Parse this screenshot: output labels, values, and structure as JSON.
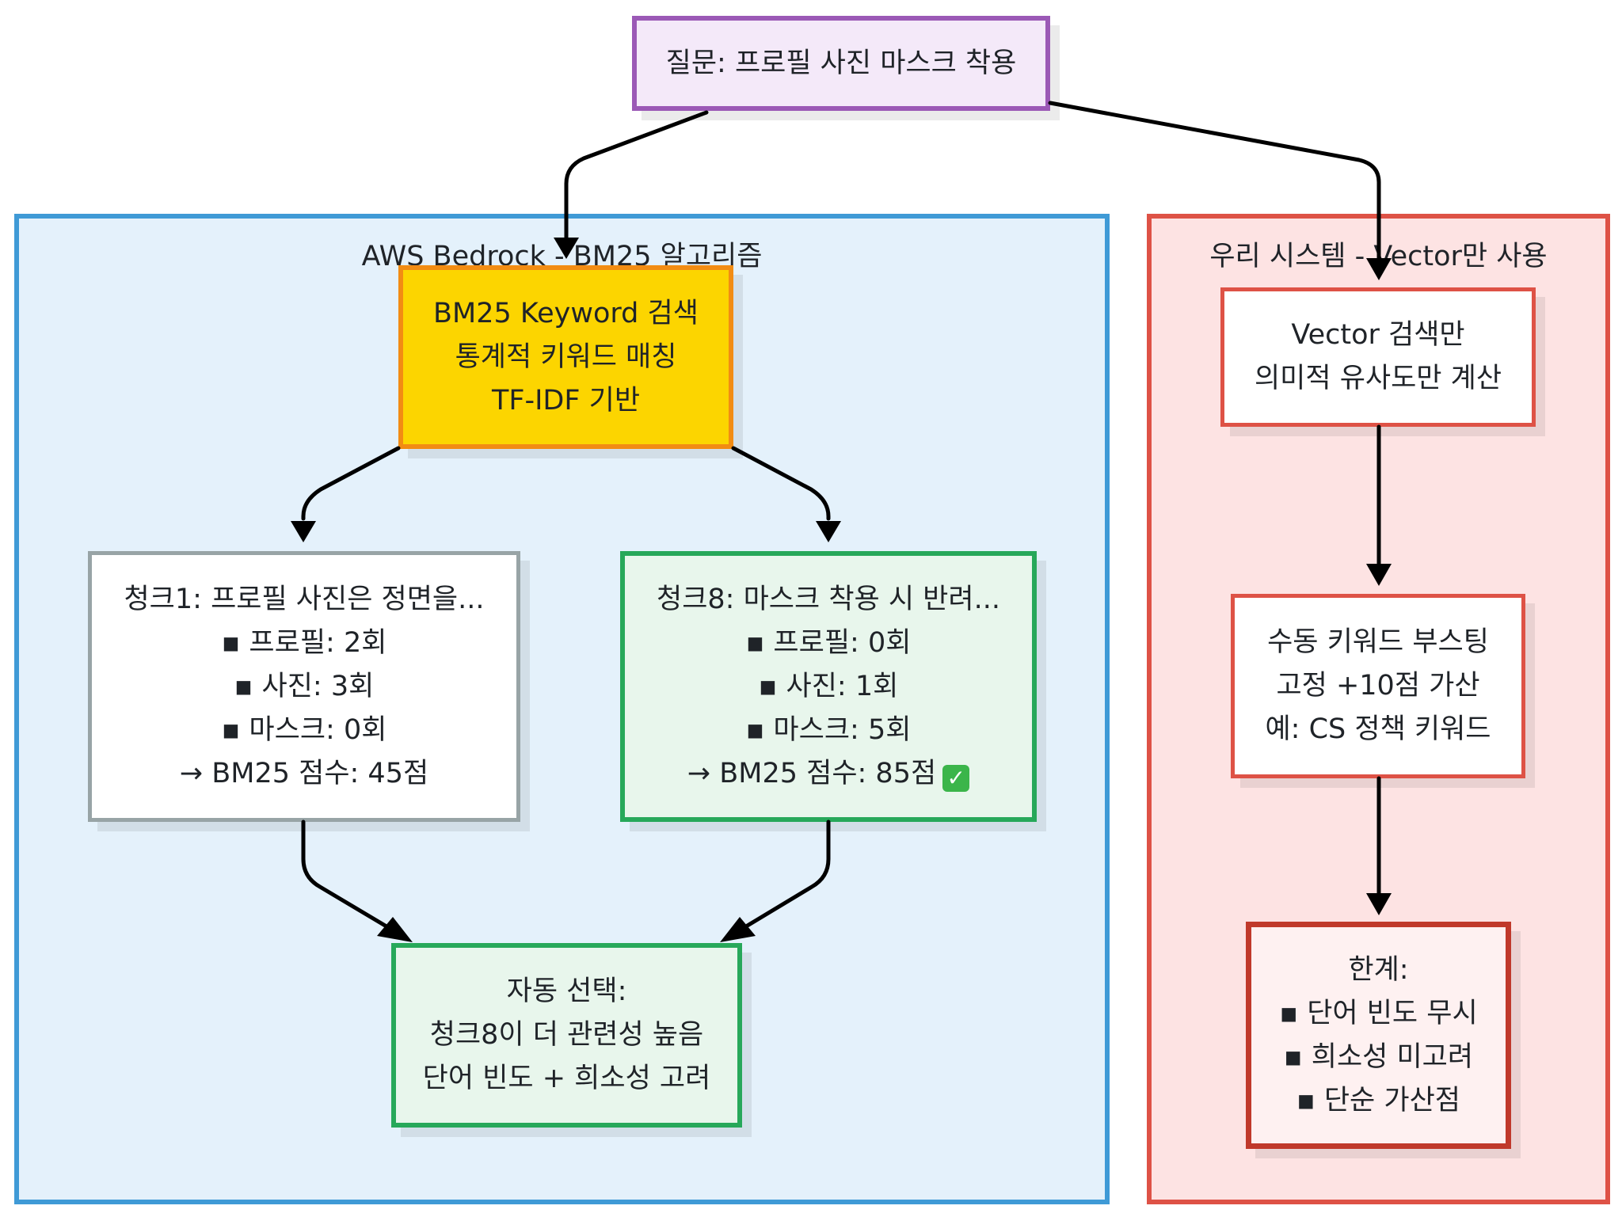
{
  "colors": {
    "aws_fill": "#e4f1fb",
    "aws_border": "#3f9ad6",
    "ours_fill": "#fde3e3",
    "ours_border": "#de5246",
    "question_fill": "#f4e9f9",
    "question_border": "#9b59b6",
    "bm25_fill": "#fcd500",
    "bm25_border": "#f28c13",
    "chunk1_fill": "#ffffff",
    "chunk1_border": "#98a4a6",
    "green_fill": "#e8f6ec",
    "green_border": "#27a85a",
    "red_node_fill": "#ffffff",
    "red_node_border": "#de5246",
    "limit_fill": "#fef1f1",
    "limit_border": "#c0392b"
  },
  "question": {
    "text": "질문: 프로필 사진 마스크 착용"
  },
  "aws_cluster": {
    "title": "AWS Bedrock - BM25 알고리즘",
    "bm25": {
      "lines": [
        "BM25 Keyword 검색",
        "통계적 키워드 매칭",
        "TF-IDF 기반"
      ]
    },
    "chunk1": {
      "lines": [
        "청크1: 프로필 사진은 정면을...",
        "▪ 프로필: 2회",
        "▪ 사진: 3회",
        "▪ 마스크: 0회",
        "→ BM25 점수: 45점"
      ]
    },
    "chunk8": {
      "lines": [
        "청크8: 마스크 착용 시 반려...",
        "▪ 프로필: 0회",
        "▪ 사진: 1회",
        "▪ 마스크: 5회",
        "→ BM25 점수: 85점"
      ],
      "check_icon": "✓"
    },
    "auto_select": {
      "lines": [
        "자동 선택:",
        "청크8이 더 관련성 높음",
        "단어 빈도 + 희소성 고려"
      ]
    }
  },
  "our_cluster": {
    "title": "우리 시스템 - Vector만 사용",
    "vector": {
      "lines": [
        "Vector 검색만",
        "의미적 유사도만 계산"
      ]
    },
    "boost": {
      "lines": [
        "수동 키워드 부스팅",
        "고정 +10점 가산",
        "예: CS 정책 키워드"
      ]
    },
    "limit": {
      "lines": [
        "한계:",
        "▪ 단어 빈도 무시",
        "▪ 희소성 미고려",
        "▪ 단순 가산점"
      ]
    }
  }
}
